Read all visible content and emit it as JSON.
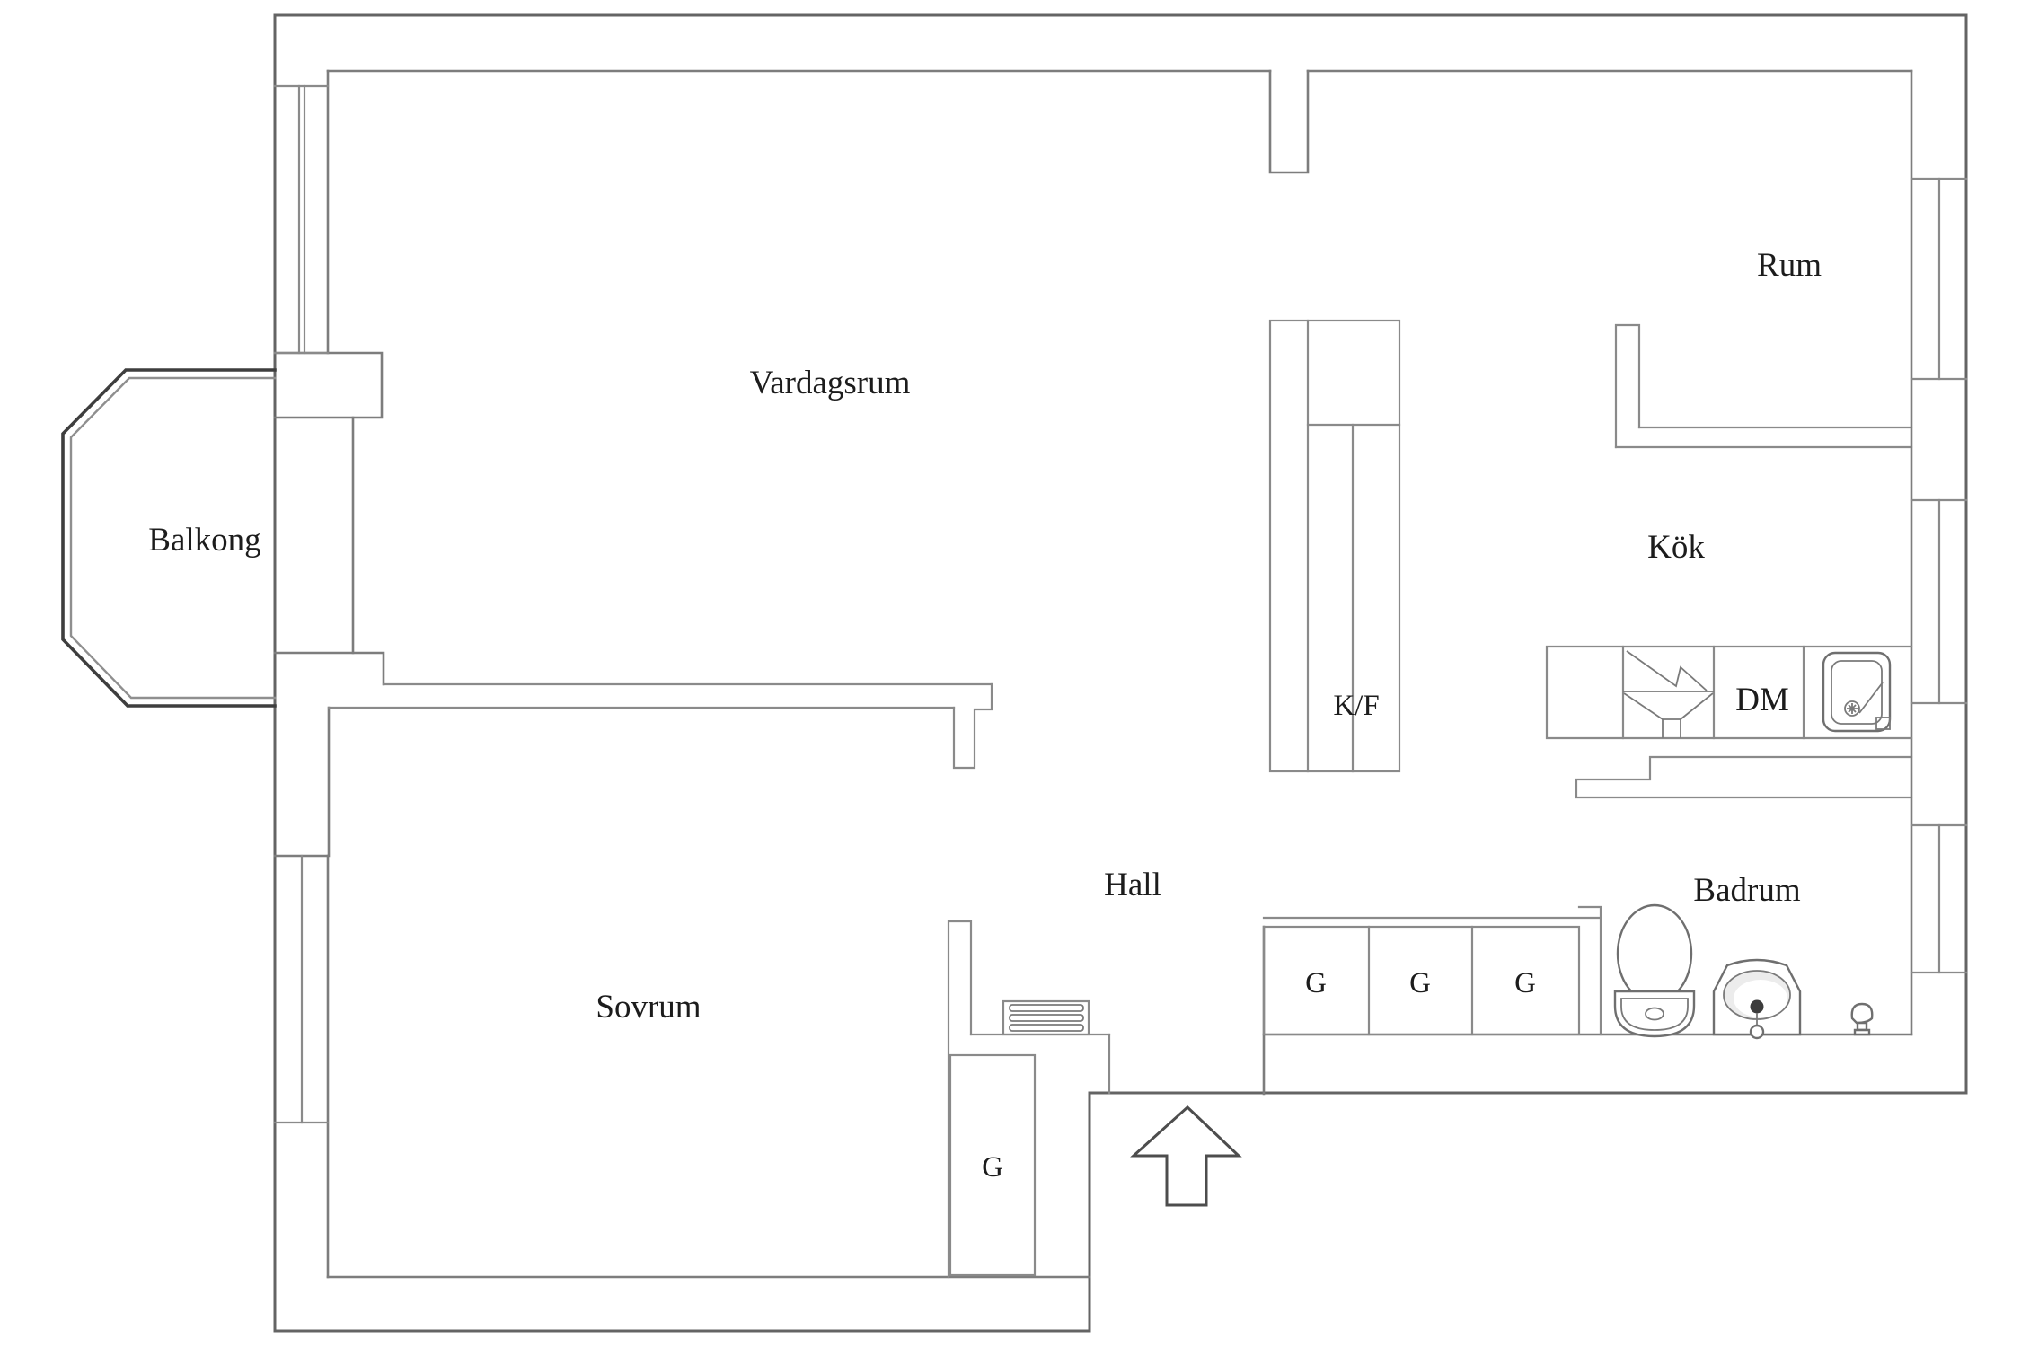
{
  "document": {
    "type": "apartment floor plan",
    "language": "Swedish"
  },
  "labels": {
    "vardagsrum": "Vardagsrum",
    "balkong": "Balkong",
    "rum": "Rum",
    "kok": "Kök",
    "kf": "K/F",
    "dm": "DM",
    "hall": "Hall",
    "sovrum": "Sovrum",
    "badrum": "Badrum",
    "g": "G"
  },
  "rooms": [
    {
      "label": "Vardagsrum"
    },
    {
      "label": "Balkong"
    },
    {
      "label": "Rum"
    },
    {
      "label": "Kök"
    },
    {
      "label": "Hall"
    },
    {
      "label": "Sovrum"
    },
    {
      "label": "Badrum"
    }
  ],
  "fixtures": [
    "fridge-freezer-shaft (K/F)",
    "stove",
    "dishwasher (DM)",
    "kitchen-sink",
    "toilet",
    "washbasin",
    "floor-tap",
    "ventilation-grille",
    "wardrobe (G) x4",
    "entrance-arrow"
  ],
  "colors": {
    "background": "#ffffff",
    "wall_line": "#7d7d7d",
    "outer_line": "#646464",
    "balcony_line": "#3e3e3e",
    "text": "#1c1c1c"
  }
}
